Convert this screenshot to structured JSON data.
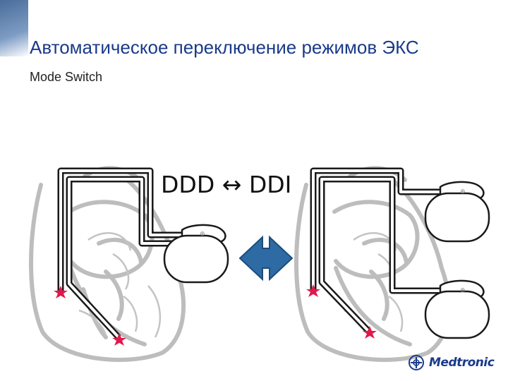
{
  "slide": {
    "title": "Автоматическое переключение режимов ЭКС",
    "subtitle": "Mode Switch",
    "mode_label": "DDD ↔ DDI",
    "brand": "Medtronic"
  },
  "colors": {
    "title": "#1a3a8a",
    "arrow_fill": "#2e6aa3",
    "arrow_stroke": "#1b4d7a",
    "heart_gray": "#bdbdbd",
    "lead": "#1a1a1a",
    "spike": "#e0194a",
    "brand": "#1a3a8a"
  },
  "icons": [
    "heart-illustration",
    "pacemaker-device",
    "double-arrow",
    "pacing-spike",
    "medtronic-logo"
  ]
}
